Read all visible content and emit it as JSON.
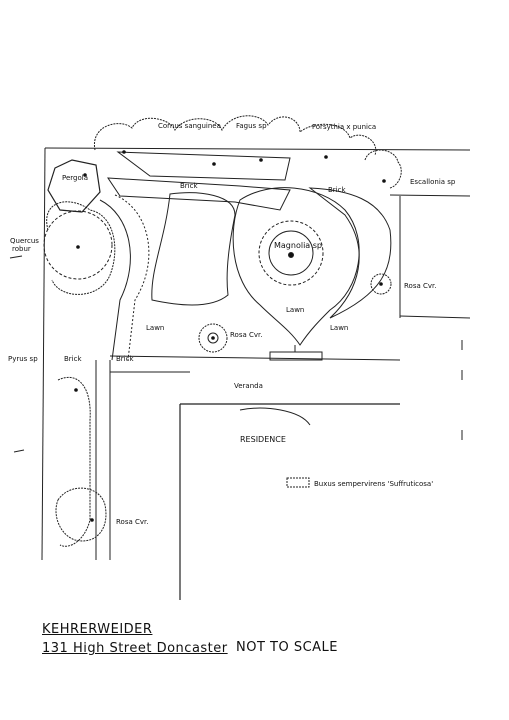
{
  "plan": {
    "labels": {
      "cornus": "Cornus sanguinea",
      "fagus": "Fagus sp",
      "forsythia": "Forsythia x punica",
      "pergola": "Pergola",
      "brick_top": "Brick",
      "brick_right": "Brick",
      "escallonia": "Escallonia sp",
      "quercus_1": "Quercus",
      "quercus_2": "robur",
      "magnolia": "Magnolia sp",
      "lawn_left": "Lawn",
      "lawn_right": "Lawn",
      "lawn_mid": "Lawn",
      "rosa_mid": "Rosa Cvr.",
      "rosa_right": "Rosa Cvr.",
      "pyrus": "Pyrus sp",
      "brick_left": "Brick",
      "brick_mid": "Brick",
      "veranda": "Veranda",
      "residence": "RESIDENCE",
      "buxus": "Buxus sempervirens 'Suffruticosa'",
      "rosa_bottom": "Rosa Cvr."
    }
  },
  "footer": {
    "client": "KEHRERWEIDER",
    "address": "131 High Street Doncaster",
    "scale_note": "NOT TO SCALE"
  }
}
